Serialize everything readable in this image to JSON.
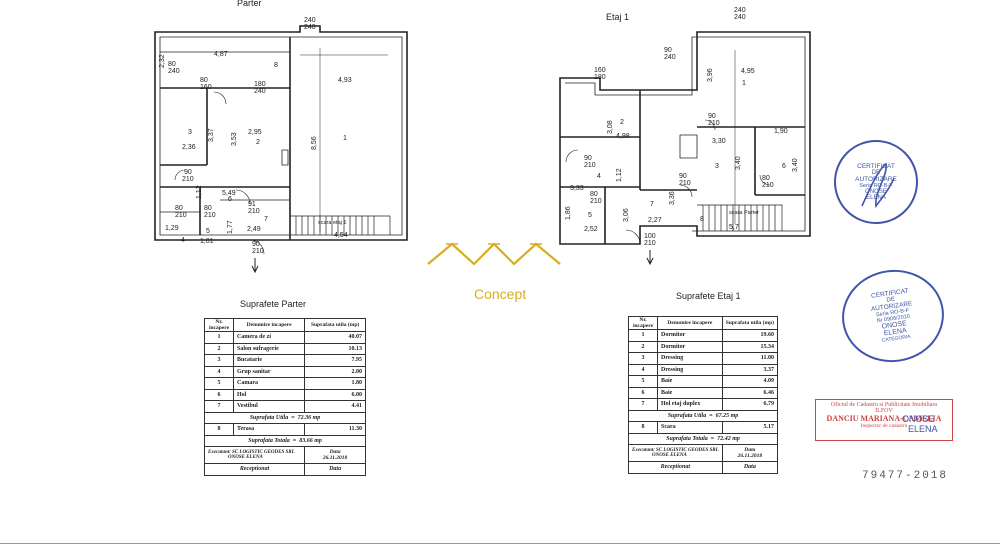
{
  "parter_title": "Parter",
  "etaj_title": "Etaj 1",
  "logo_text": "Concept",
  "parter_dims": [
    "240",
    "240",
    "4,87",
    "2,32",
    "80",
    "240",
    "80",
    "160",
    "180",
    "240",
    "4,93",
    "8,56",
    "3,37",
    "3,53",
    "2,36",
    "2,95",
    "90",
    "210",
    "5,49",
    "1,12",
    "91",
    "210",
    "80",
    "210",
    "80",
    "210",
    "1,77",
    "2,49",
    "1,29",
    "1,01",
    "90",
    "210",
    "4,54",
    "scara etaj 1"
  ],
  "parter_rooms": [
    "1",
    "2",
    "3",
    "4",
    "5",
    "6",
    "7",
    "8"
  ],
  "etaj_dims": [
    "240",
    "240",
    "90",
    "240",
    "160",
    "180",
    "3,96",
    "4,95",
    "3,08",
    "4,98",
    "90",
    "210",
    "3,30",
    "1,90",
    "90",
    "210",
    "1,12",
    "3,33",
    "3,40",
    "3,40",
    "90",
    "210",
    "80",
    "210",
    "80",
    "210",
    "1,86",
    "2,52",
    "3,06",
    "2,27",
    "3,36",
    "100",
    "210",
    "scara Parter",
    "5,7"
  ],
  "etaj_rooms": [
    "1",
    "2",
    "3",
    "4",
    "5",
    "6",
    "7",
    "8"
  ],
  "table_parter": {
    "caption": "Suprafete Parter",
    "headers": [
      "Nr. incapere",
      "Denumire incapere",
      "Suprafata utila (mp)"
    ],
    "rows": [
      [
        "1",
        "Camera de zi",
        "40.07"
      ],
      [
        "2",
        "Salon sufragerie",
        "10.13"
      ],
      [
        "3",
        "Bucatarie",
        "7.95"
      ],
      [
        "4",
        "Grup sanitar",
        "2.00"
      ],
      [
        "5",
        "Camara",
        "1.80"
      ],
      [
        "6",
        "Hol",
        "6.00"
      ],
      [
        "7",
        "Vestibul",
        "4.41"
      ]
    ],
    "util_label": "Suprafata Utila",
    "util_eq": "=",
    "util_value": "72.36 mp",
    "terasa": [
      "8",
      "Terasa",
      "11.30"
    ],
    "total_label": "Suprafata Totala",
    "total_eq": "=",
    "total_value": "83.66 mp",
    "exec_label": "Executant: SC LOGISTIC GEODES SRL",
    "exec_name": "ONOSE ELENA",
    "data_label": "Data",
    "data_value": "26.11.2018",
    "recep_label": "Receptionat",
    "recep_data": "Data"
  },
  "table_etaj": {
    "caption": "Suprafete Etaj 1",
    "headers": [
      "Nr. incapere",
      "Denumire incapere",
      "Suprafata utila (mp)"
    ],
    "rows": [
      [
        "1",
        "Dormitor",
        "19.60"
      ],
      [
        "2",
        "Dormitor",
        "15.34"
      ],
      [
        "3",
        "Dressing",
        "11.00"
      ],
      [
        "4",
        "Dressing",
        "3.37"
      ],
      [
        "5",
        "Baie",
        "4.09"
      ],
      [
        "6",
        "Baie",
        "6.46"
      ],
      [
        "7",
        "Hol etaj duplex",
        "6.79"
      ]
    ],
    "util_label": "Suprafata Utila",
    "util_eq": "=",
    "util_value": "67.25 mp",
    "terasa": [
      "8",
      "Scara",
      "5.17"
    ],
    "total_label": "Suprafata Totala",
    "total_eq": "=",
    "total_value": "72.42 mp",
    "exec_label": "Executant: SC LOGISTIC GEODES SRL",
    "exec_name": "ONOSE ELENA",
    "data_label": "Data",
    "data_value": "26.11.2018",
    "recep_label": "Receptionat",
    "recep_data": "Data"
  },
  "seal1": {
    "l1": "CERTIFICAT",
    "l2": "DE",
    "l3": "AUTORIZARE",
    "l4": "Seria RO-B-F",
    "l5": "ONOSE",
    "l6": "ELENA"
  },
  "seal2": {
    "l1": "CERTIFICAT",
    "l2": "DE",
    "l3": "AUTORIZARE",
    "l4": "Seria RO-B-F",
    "l5": "Nr 0906/2010",
    "l6": "ONOSE",
    "l7": "ELENA",
    "l8": "CATEGORIA"
  },
  "stamp": {
    "l1": "Oficiul de Cadastru si Publicitate Imobiliara",
    "l2": "ILFOV",
    "l3": "DANCIU MARIANA-CAMELIA",
    "l4": "Inspector de cadastru",
    "onose": "ONOSE",
    "elena": "ELENA"
  },
  "ref_number": "79477-2018",
  "colors": {
    "logo": "#d8ad1f",
    "seal": "#3f55a8",
    "stamp": "#c44444",
    "line": "#222222"
  }
}
